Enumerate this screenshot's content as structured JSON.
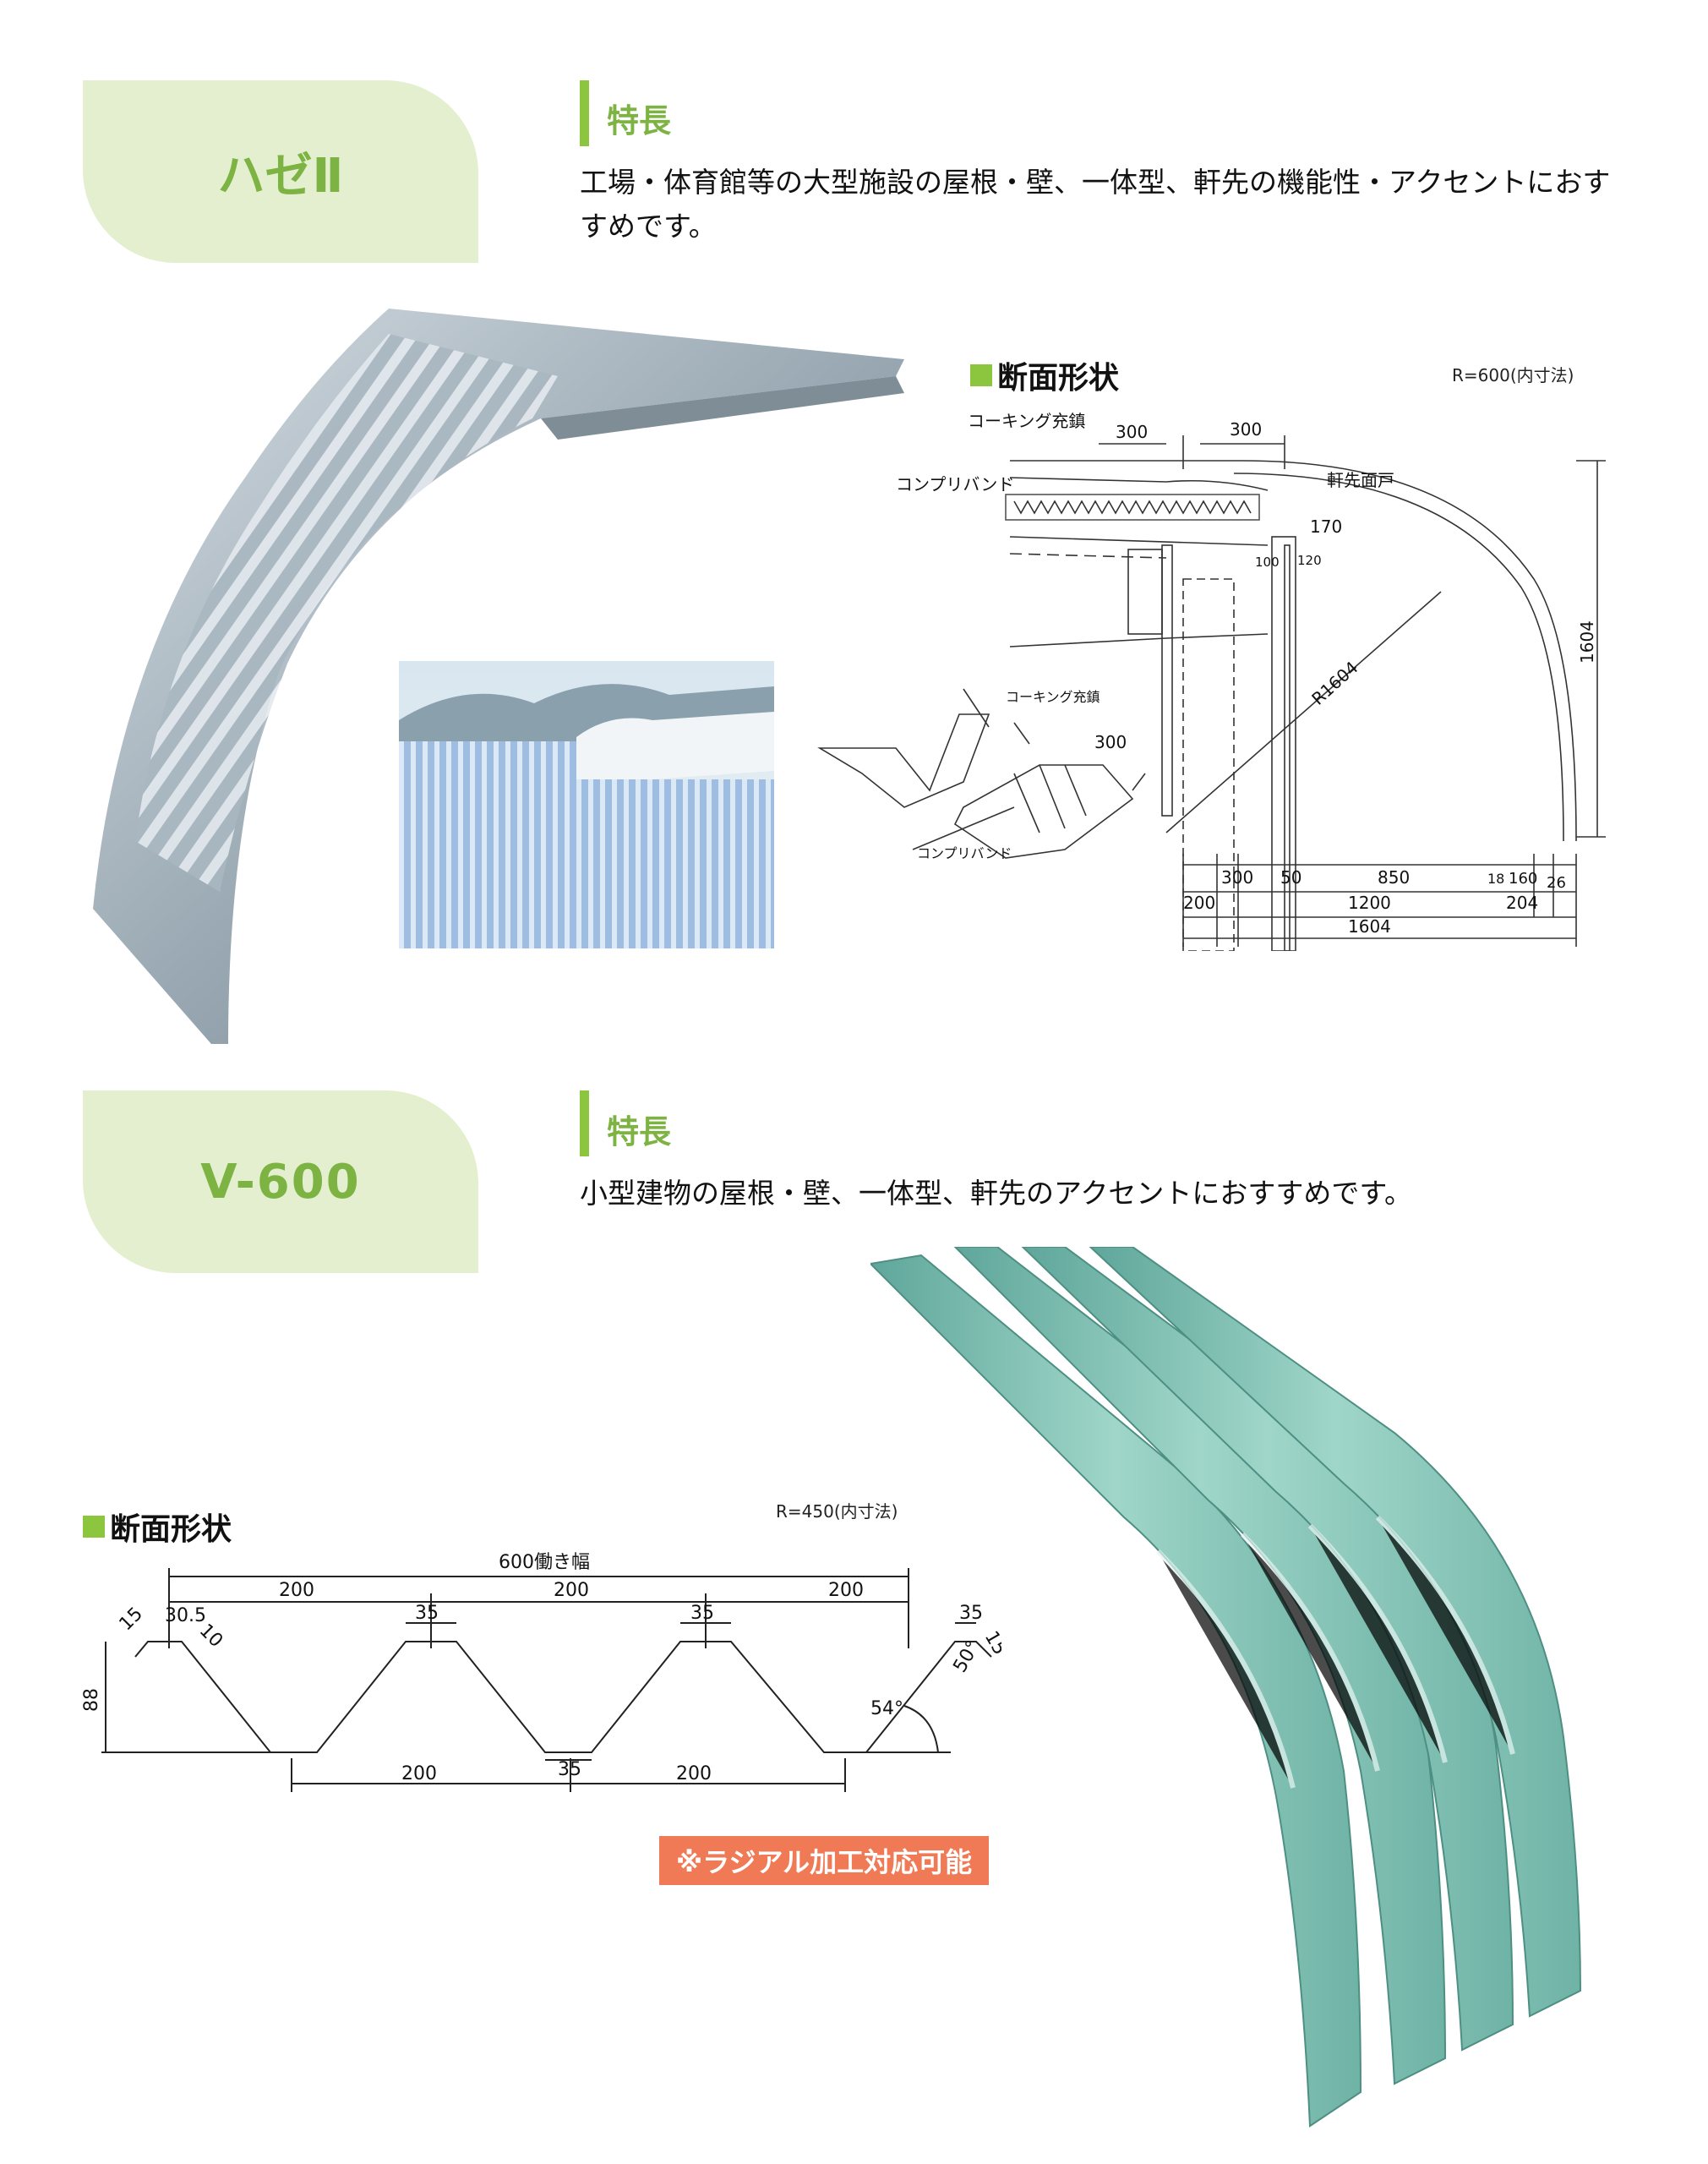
{
  "section1": {
    "tag": "ハゼⅡ",
    "feature_label": "特長",
    "description": "工場・体育館等の大型施設の屋根・壁、一体型、軒先の機能性・アクセントにおすすめです。",
    "section_heading": "断面形状",
    "radius_note": "R=600(内寸法)",
    "diagram": {
      "caulk_label": "コーキング充鎮",
      "band_label": "コンプリバンド",
      "fascia_label": "軒先面戸",
      "caulk_label_small": "コーキング充鎮",
      "band_label_small": "コンプリバンド",
      "dims": [
        "300",
        "300",
        "170",
        "100",
        "120",
        "1604",
        "R1604",
        "300",
        "300",
        "50",
        "850",
        "18",
        "160",
        "26",
        "200",
        "1200",
        "204",
        "1604"
      ]
    }
  },
  "section2": {
    "tag": "V-600",
    "feature_label": "特長",
    "description": "小型建物の屋根・壁、一体型、軒先のアクセントにおすすめです。",
    "section_heading": "断面形状",
    "radius_note": "R=450(内寸法)",
    "diagram": {
      "working_width": "600働き幅",
      "dims": [
        "200",
        "200",
        "200",
        "15",
        "30.5",
        "10",
        "35",
        "35",
        "35",
        "15",
        "50°",
        "88",
        "54°",
        "35",
        "200",
        "200"
      ]
    },
    "badge": "※ラジアル加工対応可能"
  }
}
